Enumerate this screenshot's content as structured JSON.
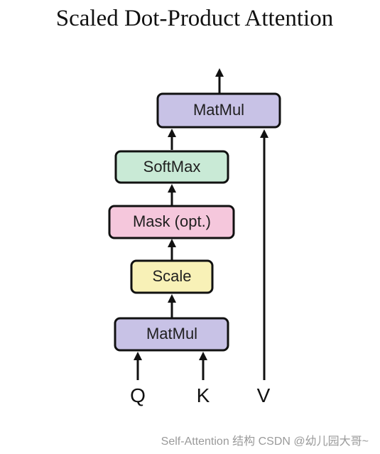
{
  "title": "Scaled Dot-Product Attention",
  "boxes": {
    "matmul_top": {
      "label": "MatMul",
      "fill": "#c8c2e6"
    },
    "softmax": {
      "label": "SoftMax",
      "fill": "#c9ead6"
    },
    "mask": {
      "label": "Mask (opt.)",
      "fill": "#f5c7dc"
    },
    "scale": {
      "label": "Scale",
      "fill": "#f8f1b7"
    },
    "matmul_bottom": {
      "label": "MatMul",
      "fill": "#c8c2e6"
    }
  },
  "inputs": {
    "q": "Q",
    "k": "K",
    "v": "V"
  },
  "caption": "Self-Attention 结构  CSDN @幼儿园大哥~"
}
